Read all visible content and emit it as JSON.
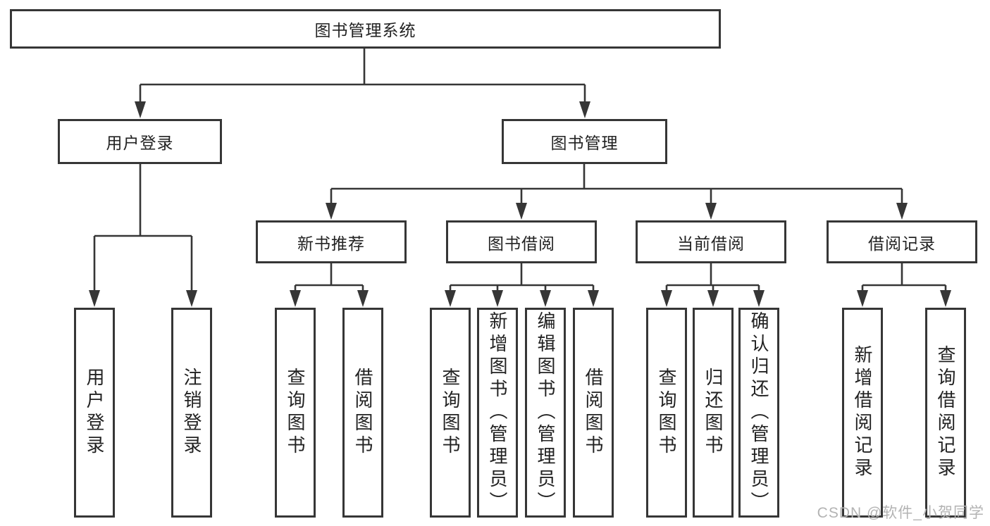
{
  "diagram": {
    "root": {
      "label": "图书管理系统"
    },
    "branches": [
      {
        "label": "用户登录",
        "children": [
          {
            "label": "用户登录"
          },
          {
            "label": "注销登录"
          }
        ]
      },
      {
        "label": "图书管理",
        "children": [
          {
            "label": "新书推荐",
            "children": [
              {
                "label": "查询图书"
              },
              {
                "label": "借阅图书"
              }
            ]
          },
          {
            "label": "图书借阅",
            "children": [
              {
                "label": "查询图书"
              },
              {
                "label": "新增图书（管理员）"
              },
              {
                "label": "编辑图书（管理员）"
              },
              {
                "label": "借阅图书"
              }
            ]
          },
          {
            "label": "当前借阅",
            "children": [
              {
                "label": "查询图书"
              },
              {
                "label": "归还图书"
              },
              {
                "label": "确认归还（管理员）"
              }
            ]
          },
          {
            "label": "借阅记录",
            "children": [
              {
                "label": "新增借阅记录"
              },
              {
                "label": "查询借阅记录"
              }
            ]
          }
        ]
      }
    ]
  },
  "watermark": {
    "label": "CSDN @软件_小贺同学"
  },
  "colors": {
    "line": "#363636",
    "text": "#222222",
    "box_bg": "#ffffff",
    "bg": "#ffffff",
    "watermark": "#b3b3b3"
  }
}
